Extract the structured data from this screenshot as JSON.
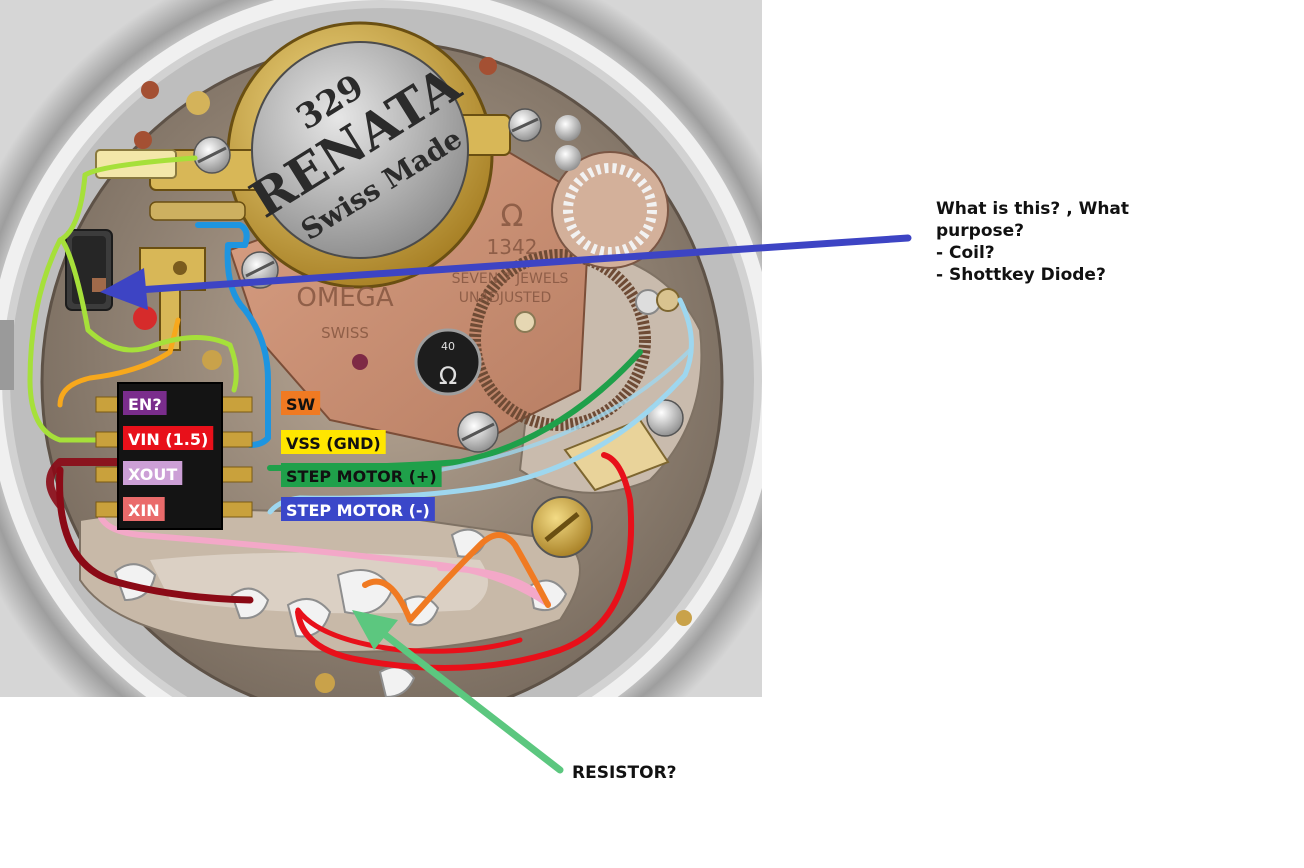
{
  "photo": {
    "battery": {
      "line1": "329",
      "line2": "RENATA",
      "line3": "Swiss Made"
    },
    "plate": {
      "brand_mark": "Ω",
      "calibre": "1342",
      "jewels": "SEVEN 7 JEWELS",
      "adjusted": "UNADJUSTED",
      "brand": "OMEGA",
      "swiss": "SWISS",
      "rotor_number": "40",
      "rotor_mark": "Ω"
    }
  },
  "pins": [
    {
      "label": "EN?",
      "color": "#7a2d8c",
      "text_color": "#ffffff"
    },
    {
      "label": "VIN (1.5)",
      "color": "#e8101a",
      "text_color": "#ffffff"
    },
    {
      "label": "XOUT",
      "color": "#cc9fd6",
      "text_color": "#ffffff"
    },
    {
      "label": "XIN",
      "color": "#ea6b6b",
      "text_color": "#ffffff"
    }
  ],
  "right_pins": [
    {
      "label": "SW",
      "color": "#f07a22",
      "text_color": "#111111"
    },
    {
      "label": "VSS (GND)",
      "color": "#ffe600",
      "text_color": "#111111"
    },
    {
      "label": "STEP MOTOR (+)",
      "color": "#1fa04a",
      "text_color": "#111111"
    },
    {
      "label": "STEP MOTOR (-)",
      "color": "#3a47c9",
      "text_color": "#ffffff"
    }
  ],
  "question": {
    "lines": [
      "What is this? , What",
      "purpose?",
      "- Coil?",
      "- Shottkey Diode?"
    ],
    "arrow_color": "#3d44c4"
  },
  "resistor": {
    "label": "RESISTOR?",
    "arrow_color": "#5cc77f"
  }
}
